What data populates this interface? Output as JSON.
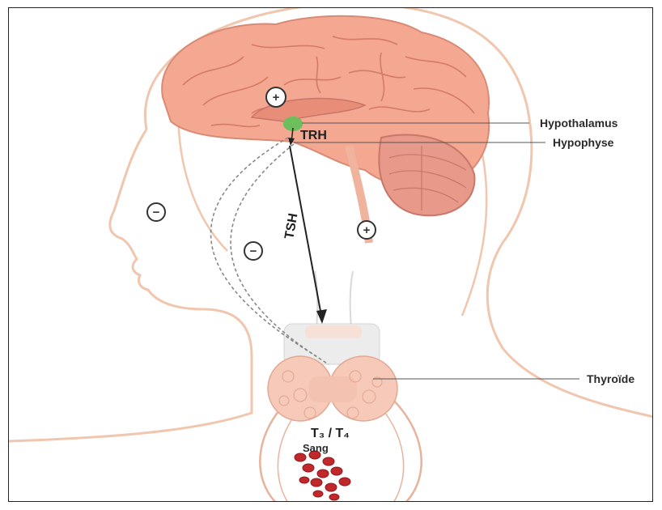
{
  "labels": {
    "hypothalamus": "Hypothalamus",
    "hypophyse": "Hypophyse",
    "thyroide": "Thyroïde",
    "trh": "TRH",
    "tsh": "TSH",
    "t3_t4": "T₃ / T₄",
    "sang": "Sang"
  },
  "signs": {
    "plus_brain": "+",
    "plus_cerebellum": "+",
    "minus_face": "−",
    "minus_path": "−"
  },
  "colors": {
    "skin_outline": "#f0c6ae",
    "brain": "#f0a38c",
    "brain_fold": "#d9806a",
    "hypothalamus": "#6cbf5c",
    "thyroid": "#f4c4b3",
    "blood_cells": "#c0282b"
  }
}
